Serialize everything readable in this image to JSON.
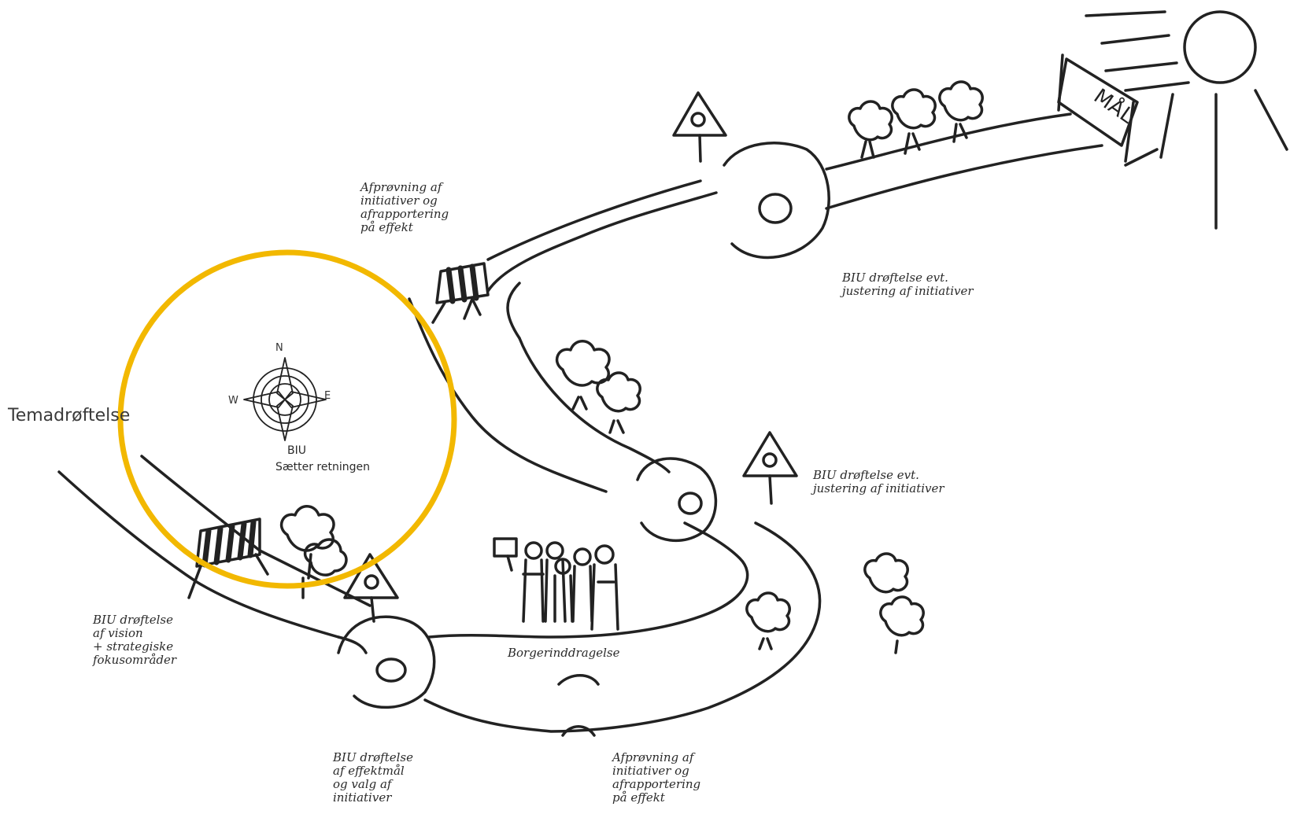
{
  "title": "Temadrøftelse",
  "compass": {
    "n": "N",
    "w": "W",
    "e": "E",
    "caption_line1": "BIU",
    "caption_line2": "Sætter retningen"
  },
  "finish_sign": "MÅL",
  "labels": {
    "test_top": "Afprøvning af\ninitiativer og\nafrapportering\npå effekt",
    "discussion_top_right": "BIU drøftelse evt.\njustering af initiativer",
    "discussion_middle": "BIU drøftelse evt.\njustering af initiativer",
    "vision": "BIU drøftelse\naf vision\n+ strategiske\nfokusområder",
    "effect_goals": "BIU drøftelse\naf effektmål\nog valg af\ninitiativer",
    "test_bottom": "Afprøvning af\ninitiativer og\nafrapportering\npå effekt",
    "citizens": "Borgerinddragelse"
  },
  "colors": {
    "highlight_circle": "#F2B800",
    "ink": "#222222"
  }
}
